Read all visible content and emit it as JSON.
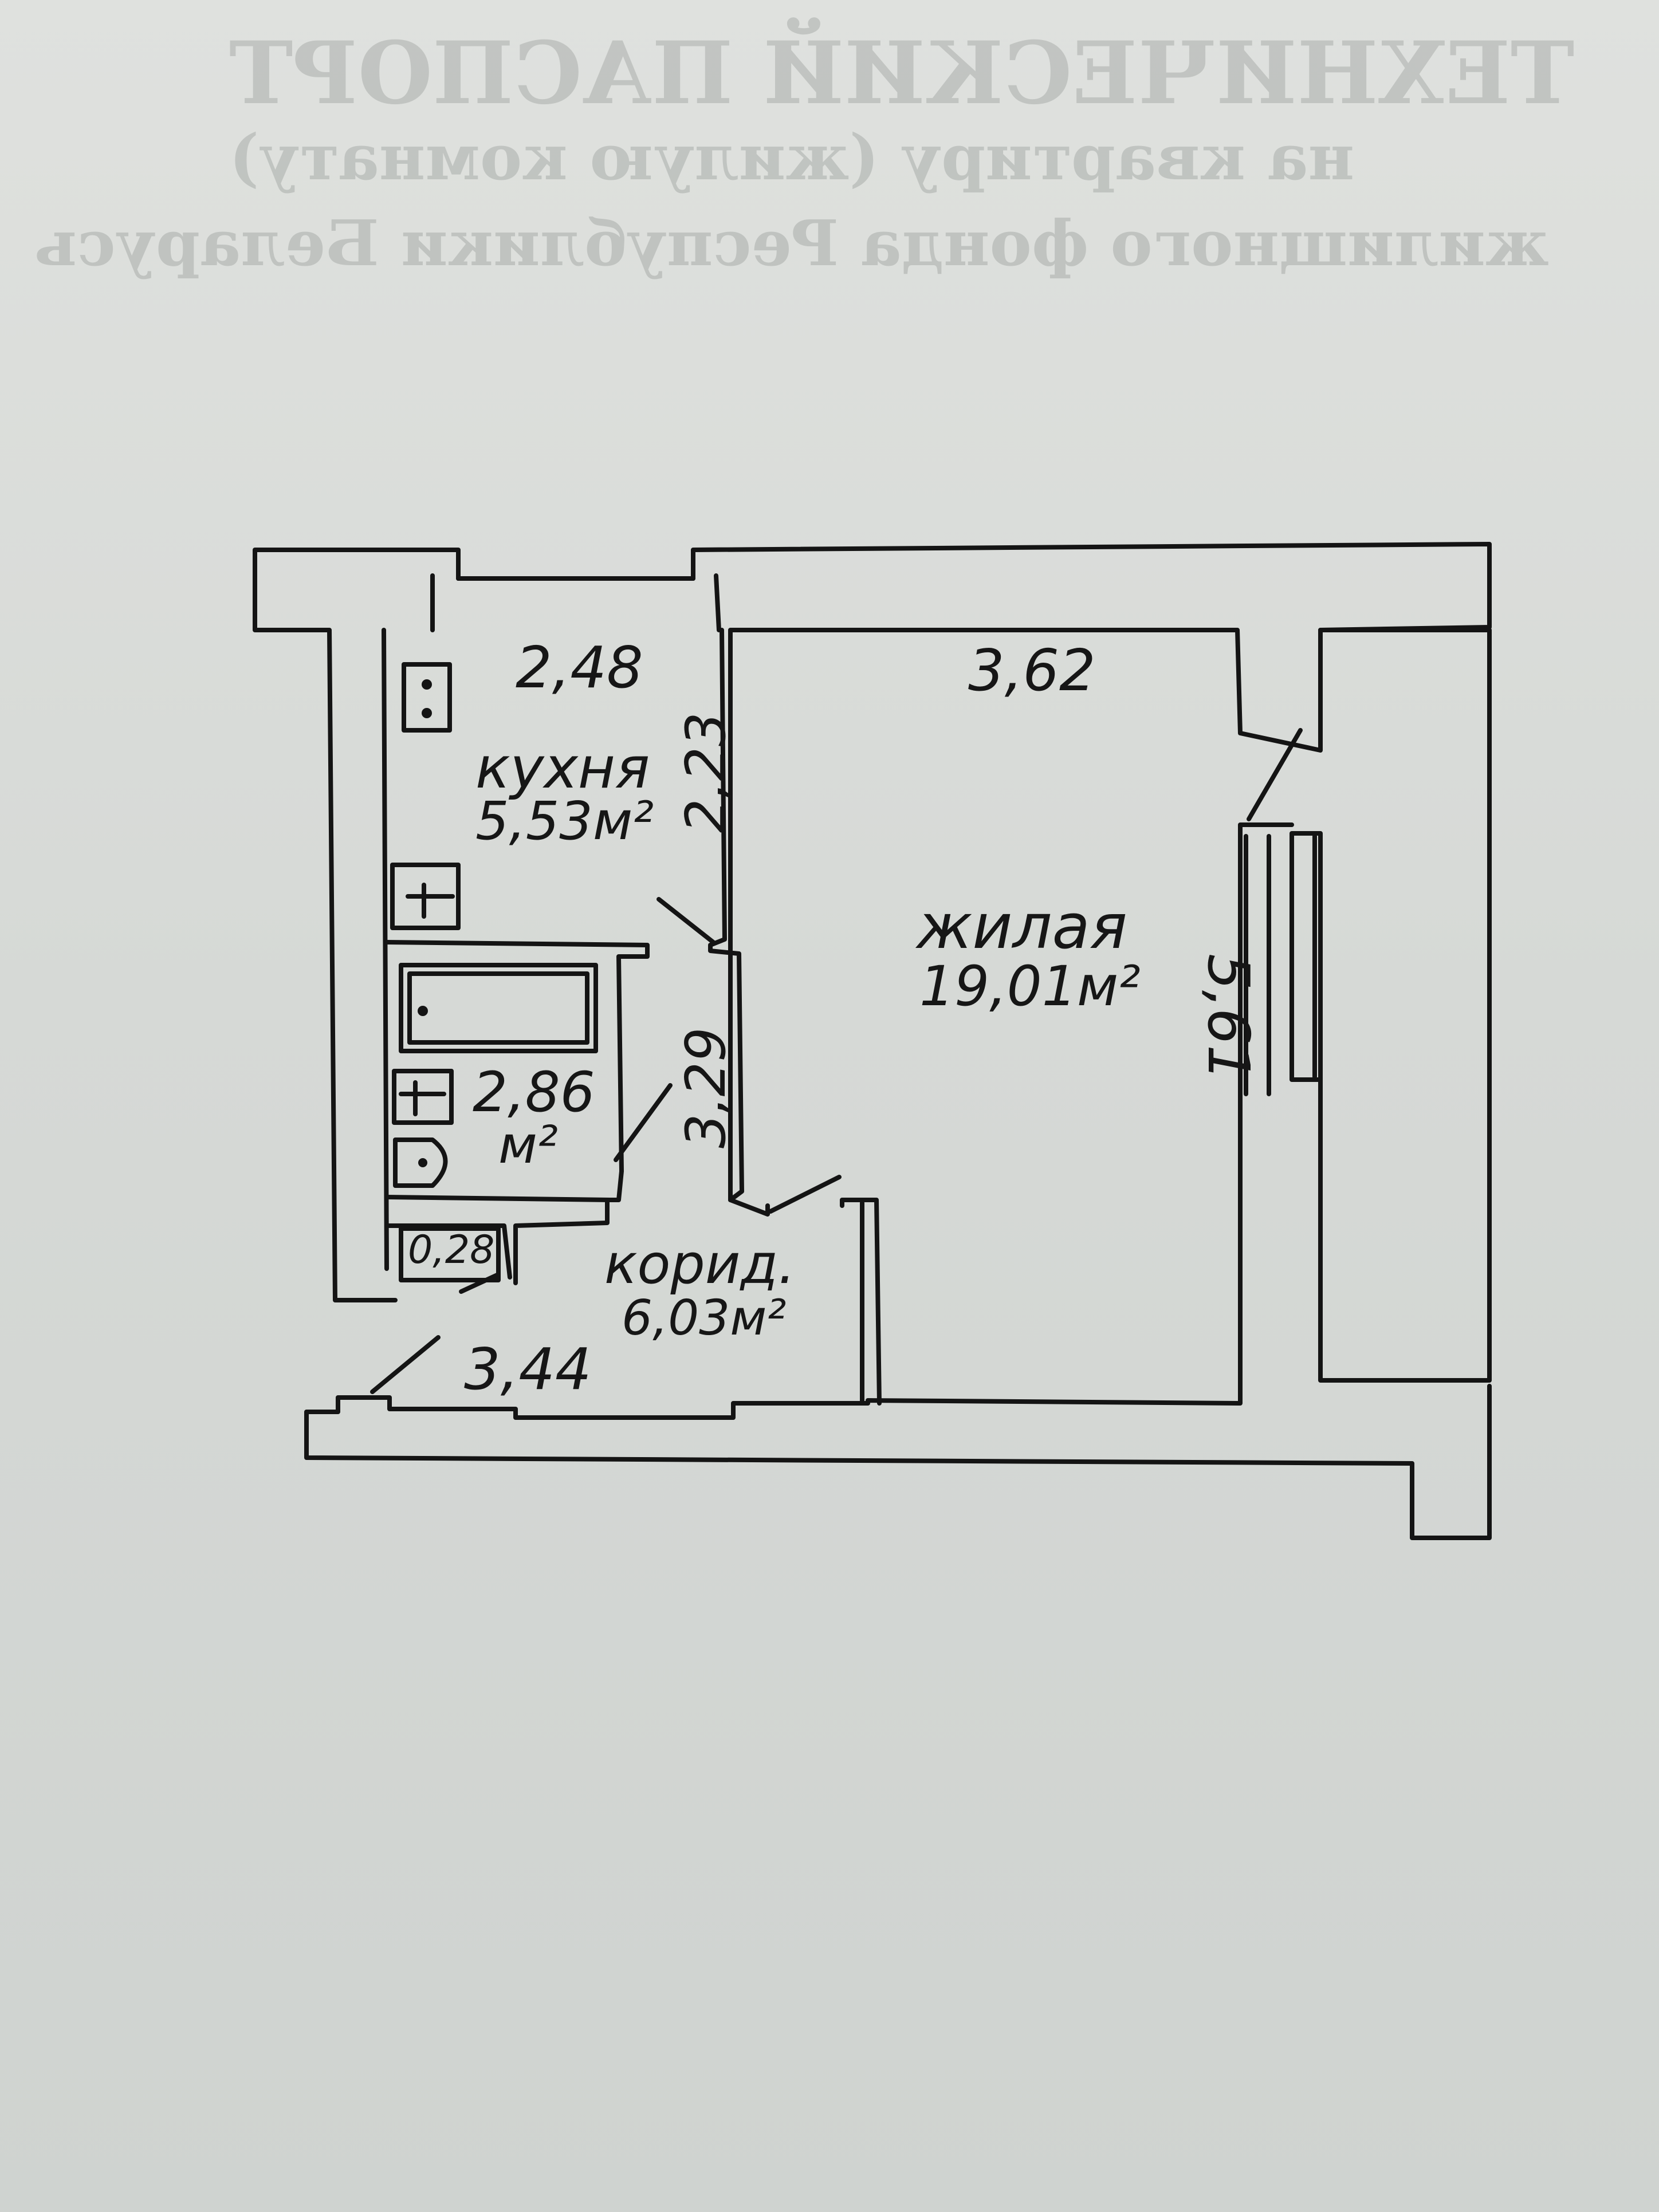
{
  "background_text": {
    "title": "ТЕХНИЧЕСКИЙ ПАСПОРТ",
    "line1": "на квартиру (жилую комнату)",
    "line2": "жилищного фонда Республики Беларусь"
  },
  "floor_plan": {
    "kitchen": {
      "name": "кухня",
      "area": "5,53м²",
      "width": "2,48",
      "depth": "2,23"
    },
    "living_room": {
      "name": "жилая",
      "area": "19,01м²",
      "width": "3,62",
      "depth": "5,61"
    },
    "bathroom": {
      "area_value": "2,86",
      "area_unit": "м²",
      "depth": "3,29"
    },
    "closet": {
      "area": "0,28"
    },
    "corridor": {
      "name": "корид.",
      "area": "6,03м²",
      "width": "3,44"
    }
  }
}
